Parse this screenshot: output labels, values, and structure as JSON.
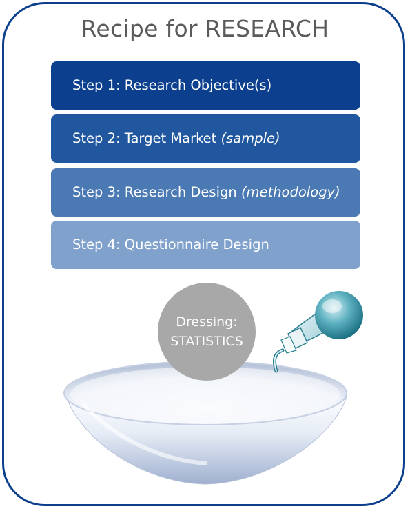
{
  "title": "Recipe for RESEARCH",
  "steps": [
    {
      "label": "Step 1: Research Objective(s)",
      "note": ""
    },
    {
      "label": "Step 2: Target Market ",
      "note": "(sample)"
    },
    {
      "label": "Step 3: Research Design ",
      "note": "(methodology)"
    },
    {
      "label": "Step 4: Questionnaire Design",
      "note": ""
    }
  ],
  "dressing": {
    "line1": "Dressing:",
    "line2": "STATISTICS"
  },
  "colors": {
    "frame": "#0b3f8c",
    "step1": "#0c3f8e",
    "step2": "#20579e",
    "step3": "#4b79b3",
    "step4": "#7fa1cb",
    "dressing_circle": "#a8a8a8",
    "bottle": "#1e7f92"
  },
  "icons": [
    "salad-bowl-icon",
    "dressing-bottle-icon"
  ]
}
